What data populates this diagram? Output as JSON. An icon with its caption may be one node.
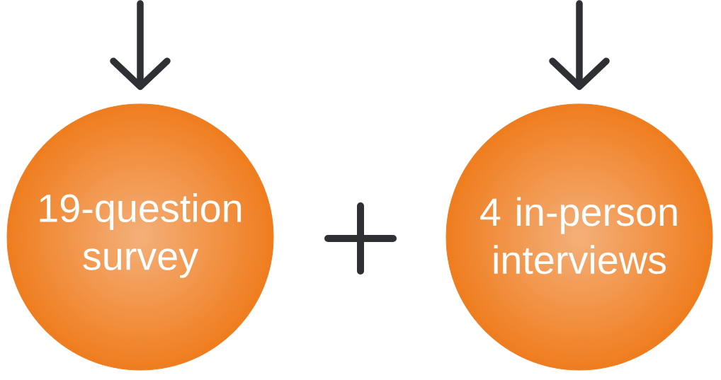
{
  "diagram": {
    "nodes": [
      {
        "text": [
          "19-question survey"
        ]
      },
      {
        "text": [
          "4 in-person interviews"
        ]
      }
    ],
    "edges": [
      {
        "from": null,
        "to": 0,
        "arrow": "to"
      },
      {
        "from": null,
        "to": 1,
        "arrow": "to"
      }
    ]
  }
}
